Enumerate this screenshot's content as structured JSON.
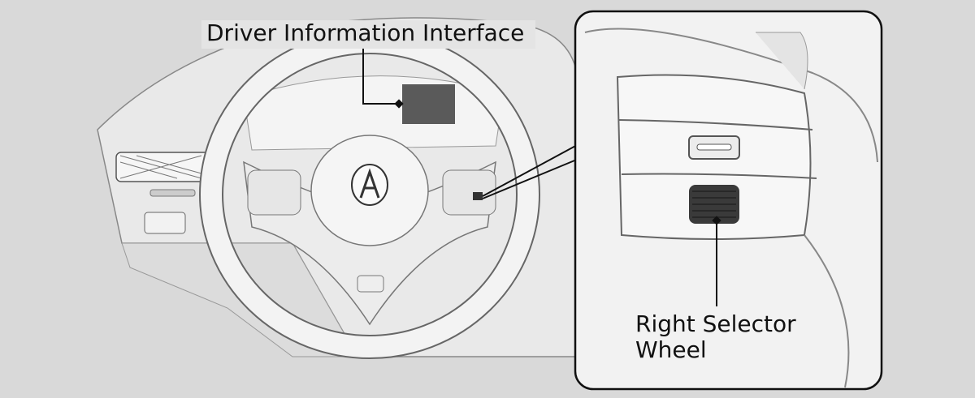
{
  "labels": {
    "driver_information_interface": "Driver Information Interface",
    "right_selector_wheel_line1": "Right Selector",
    "right_selector_wheel_line2": "Wheel"
  },
  "colors": {
    "background": "#d9d9d9",
    "callout_fill": "#f2f2f2",
    "display_fill": "#5a5a5a",
    "line": "#111111"
  }
}
